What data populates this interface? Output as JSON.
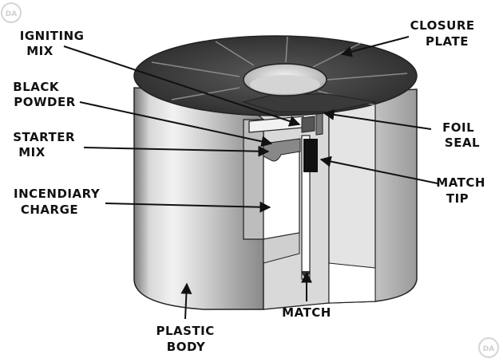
{
  "labels": {
    "igniting_mix": [
      "IGNITING",
      "MIX"
    ],
    "black_powder": [
      "BLACK",
      "POWDER"
    ],
    "starter_mix": [
      "STARTER",
      "MIX"
    ],
    "incendiary_charge": [
      "INCENDIARY",
      "CHARGE"
    ],
    "closure_plate": [
      "CLOSURE",
      "PLATE"
    ],
    "foil_seal": [
      "FOIL",
      "SEAL"
    ],
    "match_tip": [
      "MATCH",
      "TIP"
    ],
    "match": [
      "MATCH"
    ],
    "plastic_body": [
      "PLASTIC",
      "BODY"
    ]
  },
  "watermark_text": "DA"
}
